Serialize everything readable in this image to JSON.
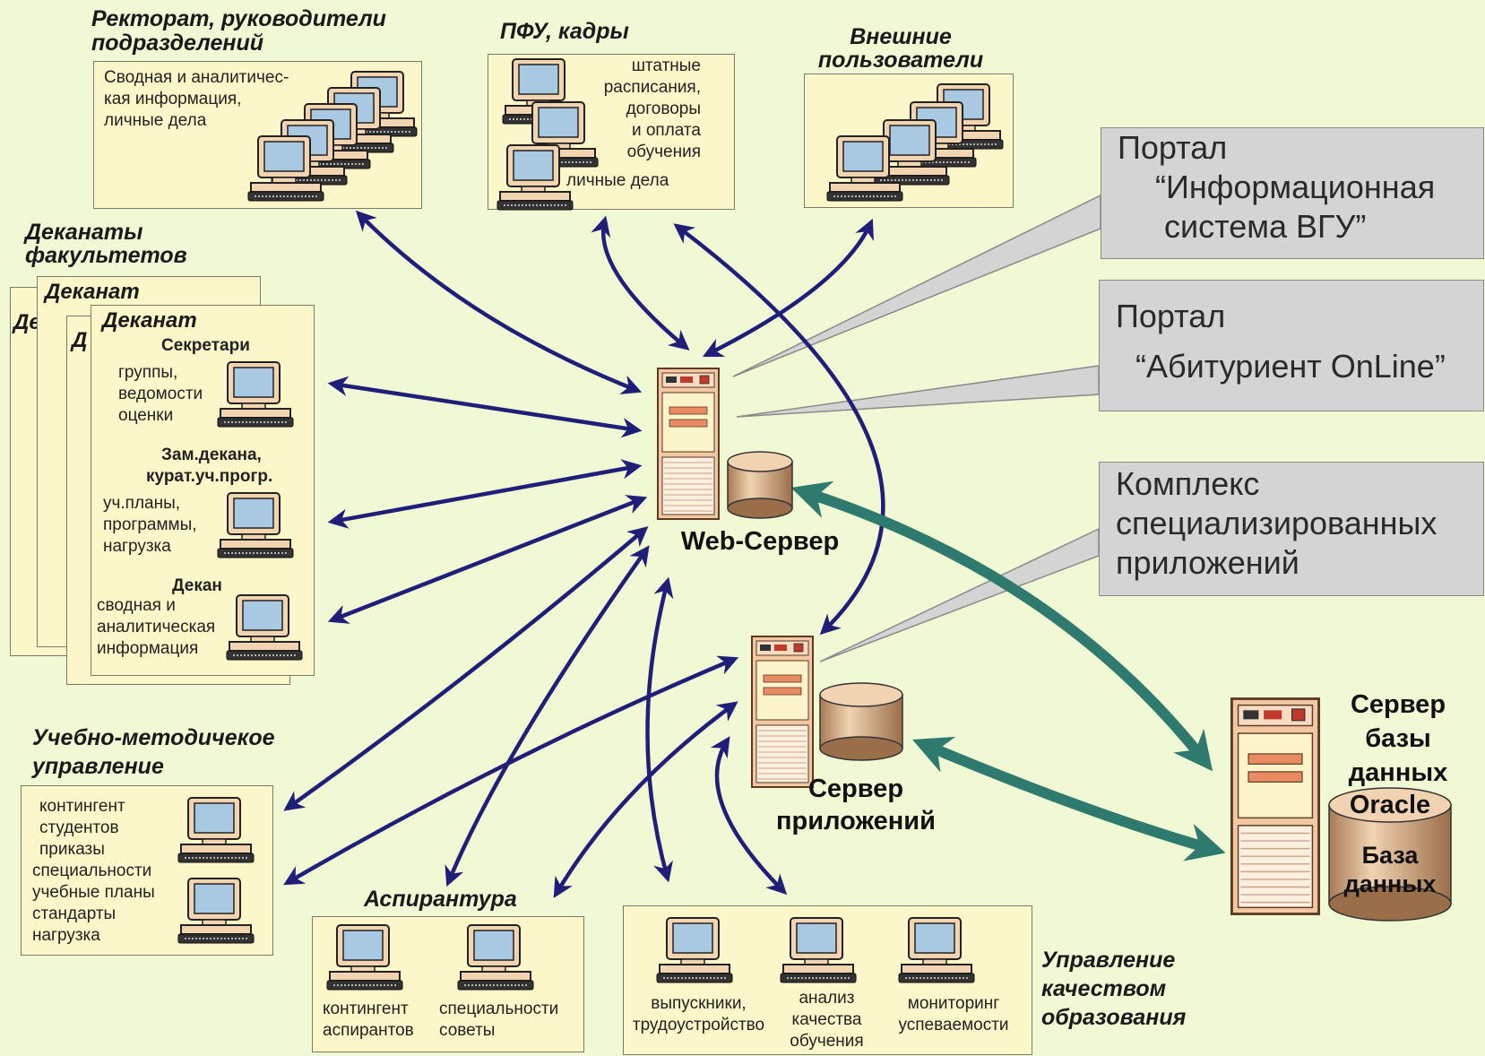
{
  "groups": {
    "rectorate": {
      "title1": "Ректорат, руководители",
      "title2": "подразделений",
      "lines": [
        "Сводная и аналитичес-",
        "кая информация,",
        "личные дела"
      ]
    },
    "pfu": {
      "title": "ПФУ, кадры",
      "lines": [
        "штатные",
        "расписания,",
        "договоры",
        "и оплата",
        "обучения"
      ],
      "line_last": "личные дела"
    },
    "external": {
      "title1": "Внешние",
      "title2": "пользователи"
    },
    "deanery": {
      "title1": "Деканаты",
      "title2": "факультетов",
      "page_title": "Деканат",
      "back_fragment_1": "Де",
      "back_fragment_2": "Д",
      "secretaries": {
        "title": "Секретари",
        "lines": [
          "группы,",
          "ведомости",
          "оценки"
        ]
      },
      "deputy": {
        "title1": "Зам.декана,",
        "title2": "курат.уч.прогр.",
        "lines": [
          "уч.планы,",
          "программы,",
          "нагрузка"
        ]
      },
      "dean": {
        "title": "Декан",
        "lines": [
          "сводная и",
          "аналитическая",
          "информация"
        ]
      }
    },
    "methodical": {
      "title1": "Учебно-методичекое",
      "title2": "управление",
      "lines": [
        "контингент",
        "студентов",
        "приказы",
        "специальности",
        "учебные планы",
        "стандарты",
        "нагрузка"
      ]
    },
    "postgrad": {
      "title": "Аспирантура",
      "col1": [
        "контингент",
        "аспирантов"
      ],
      "col2": [
        "специальности",
        "советы"
      ]
    },
    "quality": {
      "title1": "Управление",
      "title2": "качеством",
      "title3": "образования",
      "col1": [
        "выпускники,",
        "трудоустройство"
      ],
      "col2": [
        "анализ",
        "качества",
        "обучения"
      ],
      "col3": [
        "мониторинг",
        "успеваемости"
      ]
    }
  },
  "callouts": {
    "portal_is": {
      "line1": "Портал",
      "line2": "“Информационная",
      "line3": "система ВГУ”"
    },
    "portal_abit": {
      "line1": "Портал",
      "line2": "“Абитуриент OnLine”"
    },
    "complex": {
      "line1": "Комплекс",
      "line2": "специализированных",
      "line3": "приложений"
    }
  },
  "servers": {
    "web": {
      "label": "Web-Сервер"
    },
    "app": {
      "label1": "Сервер",
      "label2": "приложений"
    },
    "db": {
      "label1": "Сервер",
      "label2": "базы",
      "label3": "данных",
      "cyl_top": "Oracle",
      "cyl_line1": "База",
      "cyl_line2": "данных"
    }
  },
  "colors": {
    "background": "#f0f8d4",
    "box_fill": "#fbf7c9",
    "arrow_blue": "#1f1f7a",
    "arrow_teal": "#2e7a6e",
    "callout_fill": "#d4d4d4",
    "server_orange": "#f2c7a1"
  }
}
